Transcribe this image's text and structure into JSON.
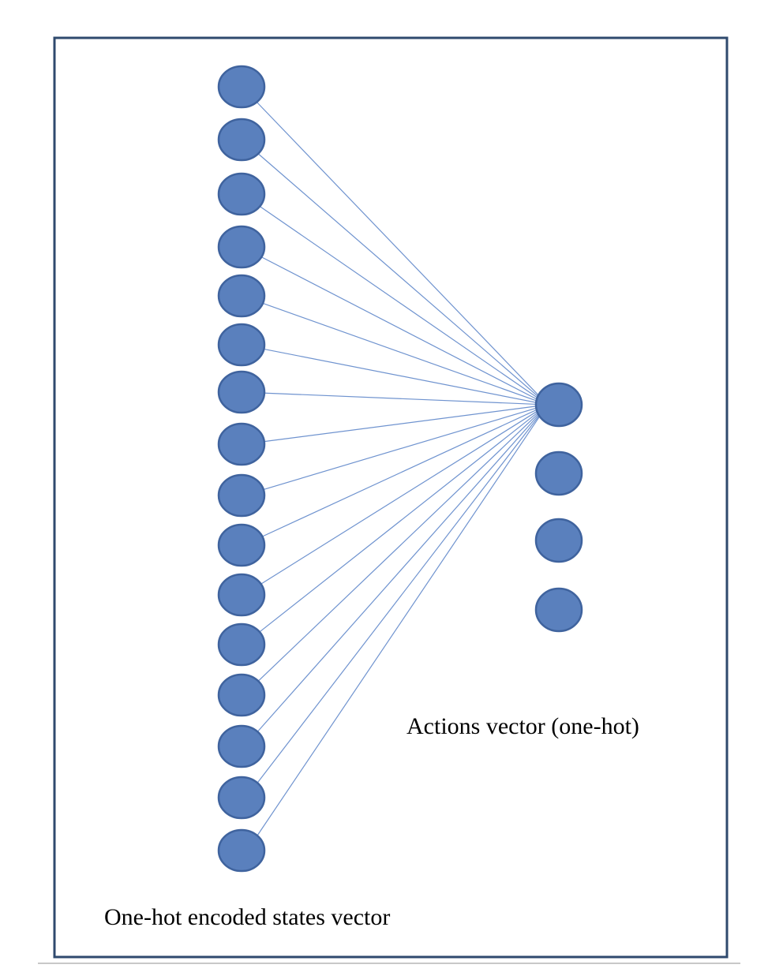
{
  "diagram": {
    "input_caption": "One-hot encoded states vector",
    "output_caption": "Actions vector (one-hot)",
    "input_node_count": 16,
    "output_node_count": 4,
    "connected_output_index": 0,
    "colors": {
      "node_fill": "#5a80bd",
      "node_stroke": "#3f639e",
      "edge": "#6f93cf",
      "frame": "#2f4a6e",
      "bottom_rule": "#c8c8c8"
    }
  }
}
